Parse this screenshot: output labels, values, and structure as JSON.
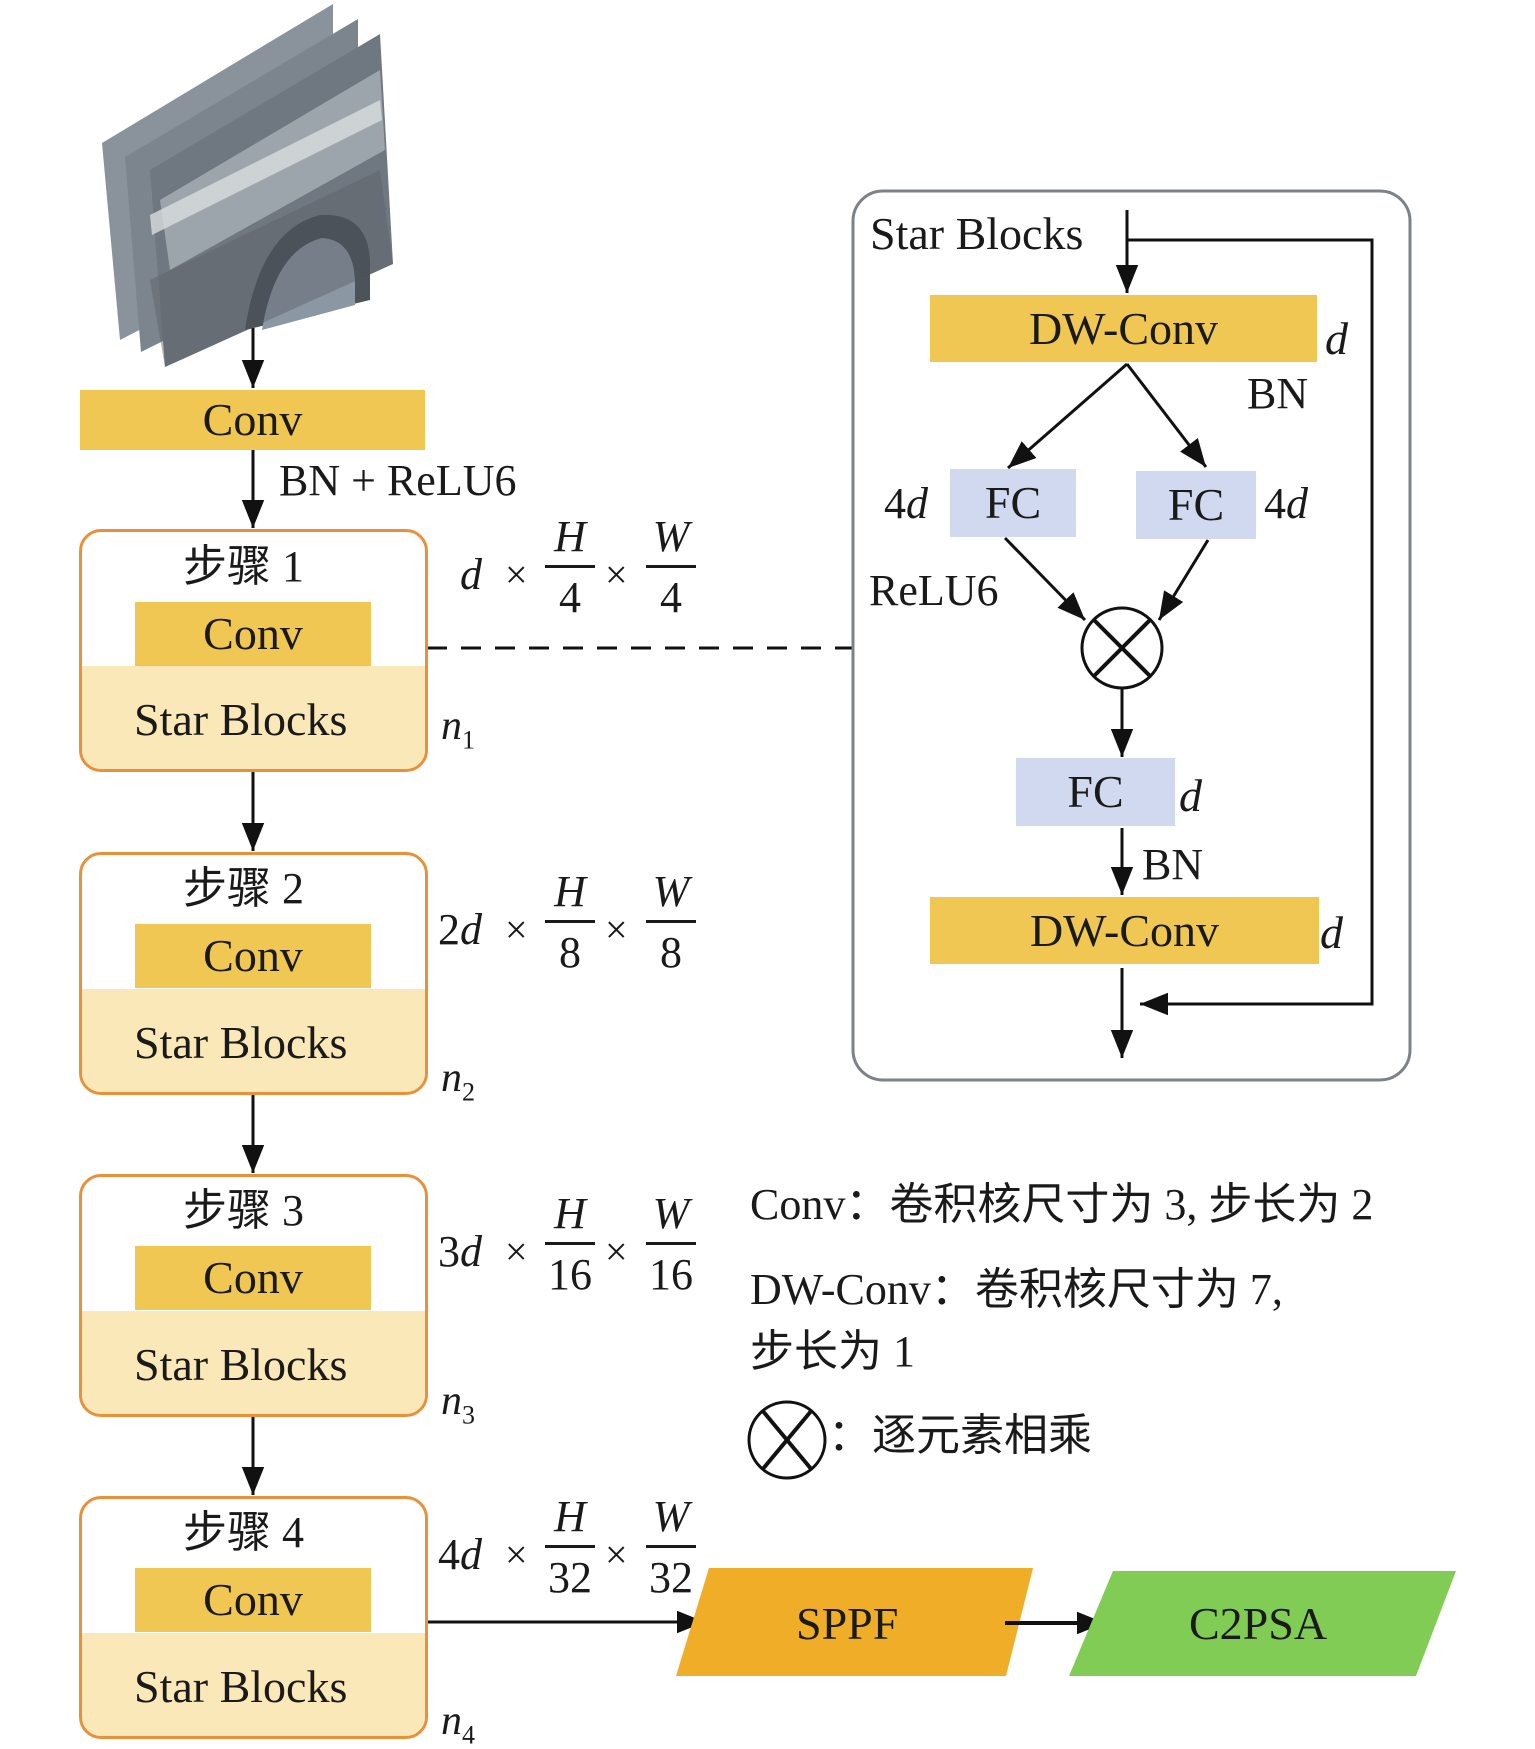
{
  "input_image": {
    "description": "stacked photo feature maps of a stone arch bridge"
  },
  "stem": {
    "conv_label": "Conv",
    "activation_label": "BN + ReLU6"
  },
  "stages": [
    {
      "title": "步骤 1",
      "conv_label": "Conv",
      "blocks_label": "Star Blocks",
      "repeat": "n",
      "repeat_sub": "1",
      "shape_prefix": "",
      "shape_var": "d",
      "h_num": "H",
      "h_den": "4",
      "w_num": "W",
      "w_den": "4"
    },
    {
      "title": "步骤 2",
      "conv_label": "Conv",
      "blocks_label": "Star Blocks",
      "repeat": "n",
      "repeat_sub": "2",
      "shape_prefix": "2",
      "shape_var": "d",
      "h_num": "H",
      "h_den": "8",
      "w_num": "W",
      "w_den": "8"
    },
    {
      "title": "步骤 3",
      "conv_label": "Conv",
      "blocks_label": "Star Blocks",
      "repeat": "n",
      "repeat_sub": "3",
      "shape_prefix": "3",
      "shape_var": "d",
      "h_num": "H",
      "h_den": "16",
      "w_num": "W",
      "w_den": "16"
    },
    {
      "title": "步骤 4",
      "conv_label": "Conv",
      "blocks_label": "Star Blocks",
      "repeat": "n",
      "repeat_sub": "4",
      "shape_prefix": "4",
      "shape_var": "d",
      "h_num": "H",
      "h_den": "32",
      "w_num": "W",
      "w_den": "32"
    }
  ],
  "times_symbol": "×",
  "star_block_detail": {
    "title": "Star Blocks",
    "dw_conv_top": {
      "label": "DW-Conv",
      "dim": "d",
      "norm": "BN"
    },
    "fc_left": {
      "label": "FC",
      "dim_prefix": "4",
      "dim_var": "d",
      "activation": "ReLU6"
    },
    "fc_right": {
      "label": "FC",
      "dim_prefix": "4",
      "dim_var": "d"
    },
    "multiply_symbol": "⊗",
    "fc_bottom": {
      "label": "FC",
      "dim": "d",
      "norm": "BN"
    },
    "dw_conv_bottom": {
      "label": "DW-Conv",
      "dim": "d"
    }
  },
  "legend": {
    "conv_line": "Conv：卷积核尺寸为 3, 步长为 2",
    "dwconv_line1": "DW-Conv：卷积核尺寸为 7,",
    "dwconv_line2": "步长为 1",
    "multiply_line": "：逐元素相乘"
  },
  "head": {
    "sppf_label": "SPPF",
    "c2psa_label": "C2PSA"
  },
  "colors": {
    "conv": "#efc752",
    "fc": "#d0d9ef",
    "step_border": "#e8913a",
    "step_fill": "#fae8b8",
    "panel_border": "#7d8188",
    "sppf": "#f0ad27",
    "c2psa": "#80cc55"
  }
}
